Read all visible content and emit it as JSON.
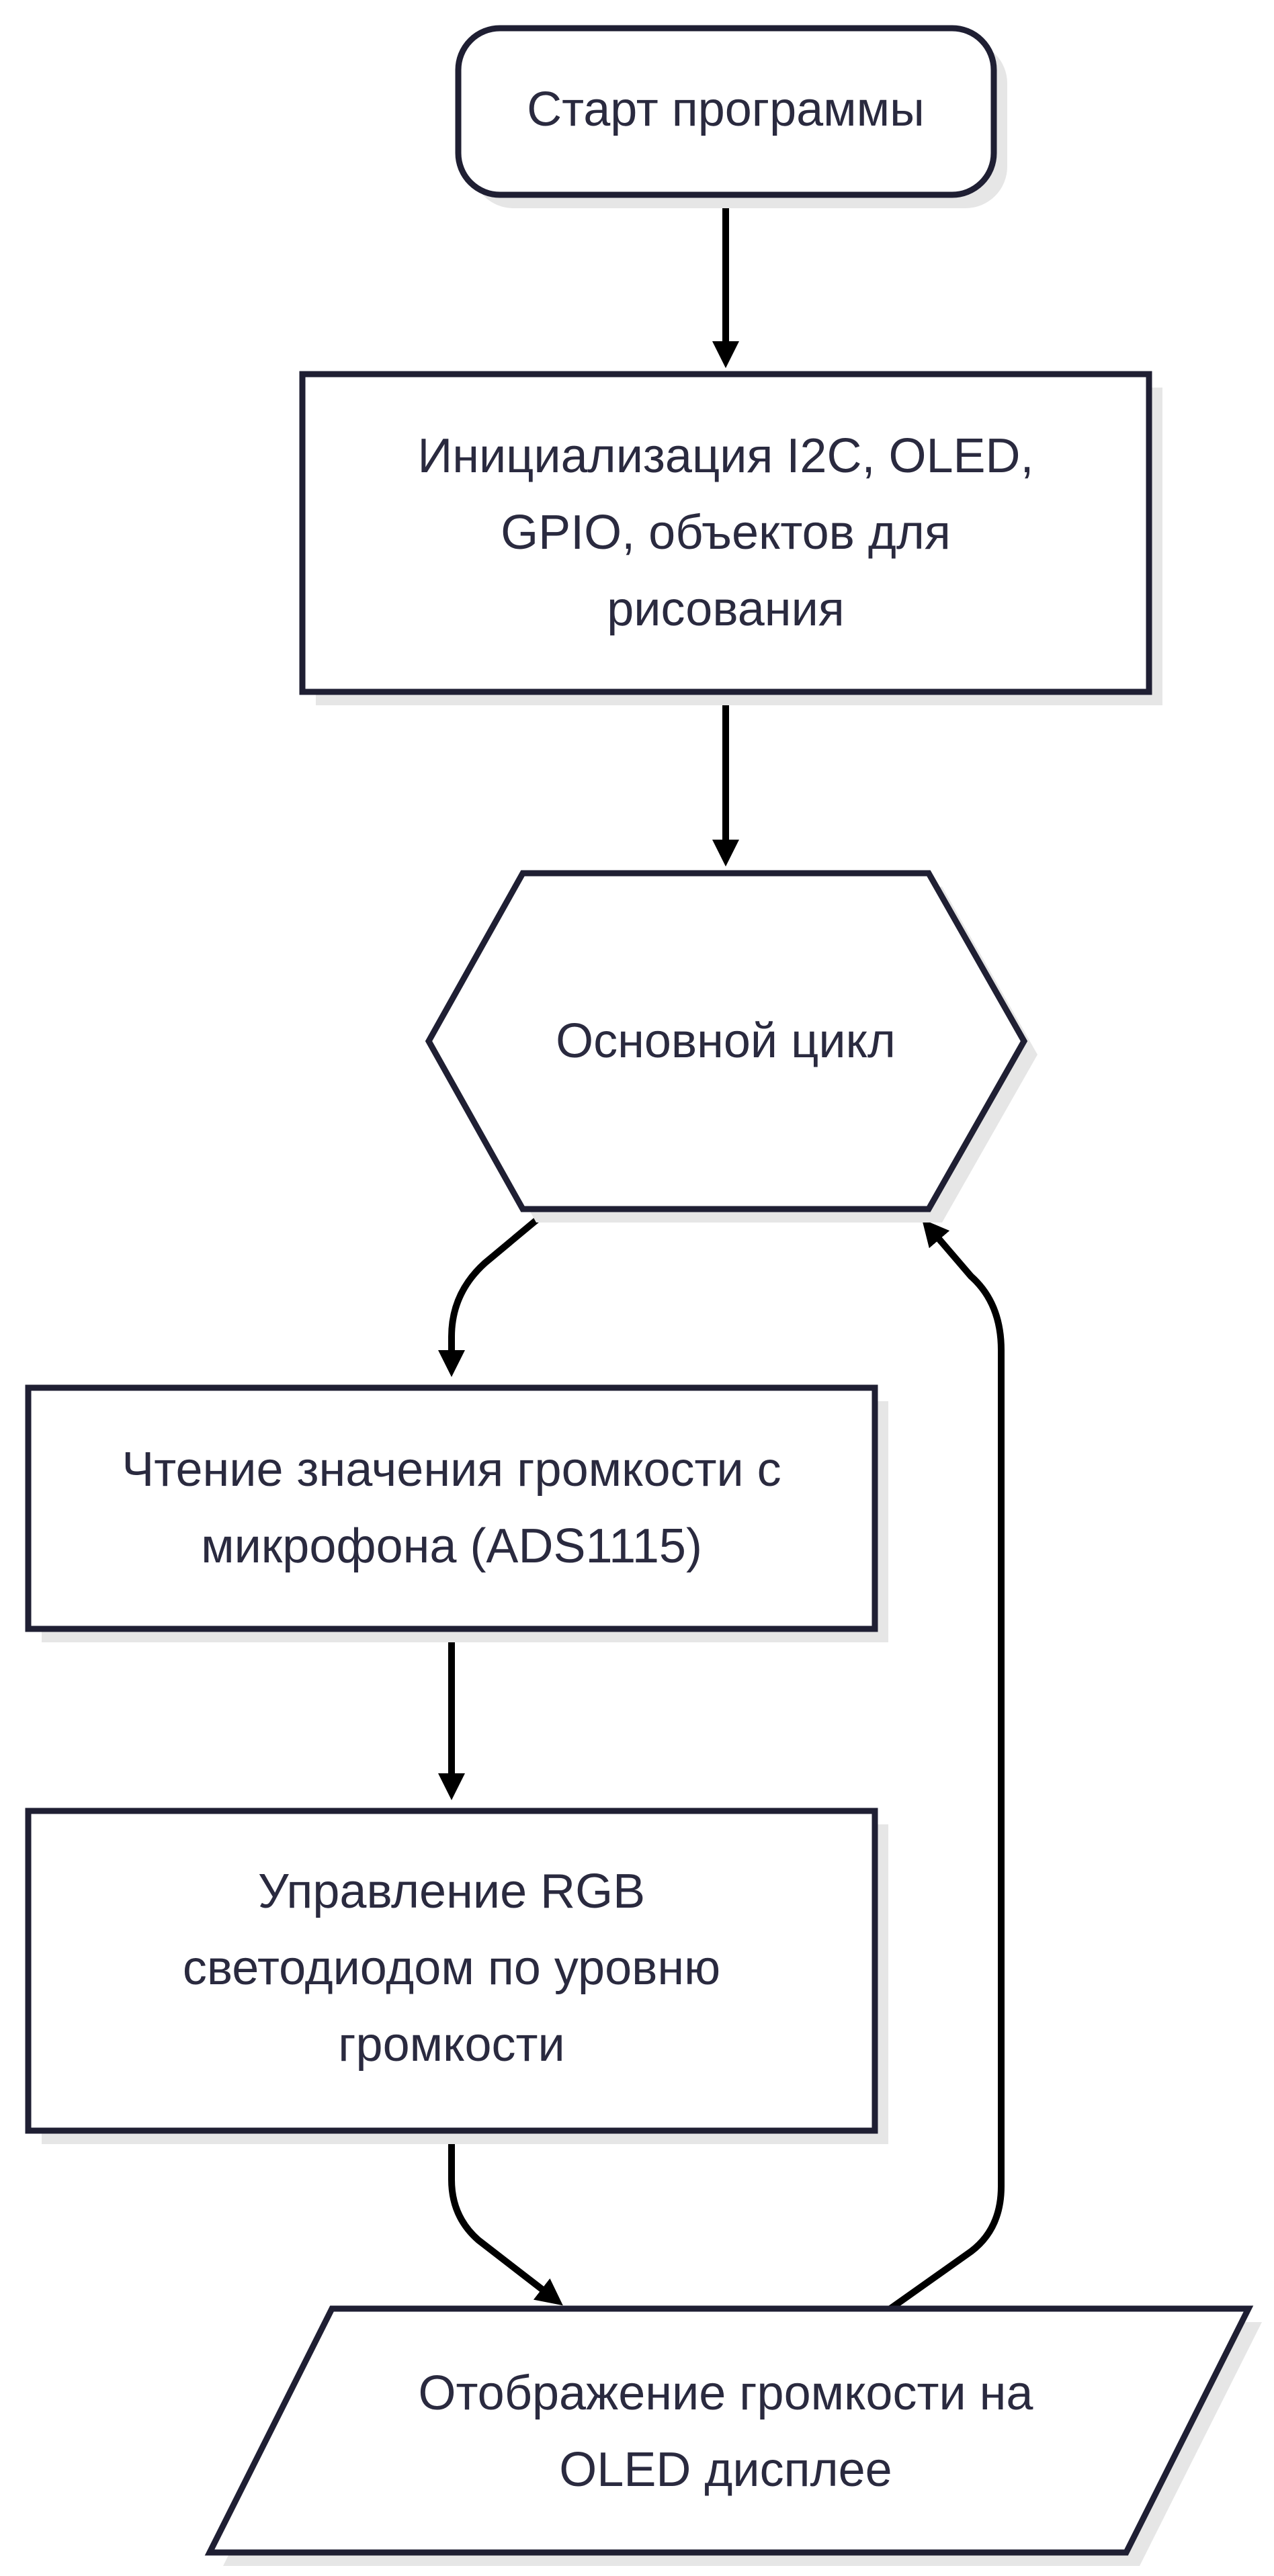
{
  "flowchart": {
    "nodes": [
      {
        "id": "start",
        "shape": "rounded-rect",
        "lines": [
          "Старт программы"
        ]
      },
      {
        "id": "init",
        "shape": "rect",
        "lines": [
          "Инициализация I2C, OLED,",
          "GPIO, объектов для",
          "рисования"
        ]
      },
      {
        "id": "loop",
        "shape": "hexagon",
        "lines": [
          "Основной цикл"
        ]
      },
      {
        "id": "read",
        "shape": "rect",
        "lines": [
          "Чтение значения громкости с",
          "микрофона (ADS1115)"
        ]
      },
      {
        "id": "rgb",
        "shape": "rect",
        "lines": [
          "Управление RGB",
          "светодиодом по уровню",
          "громкости"
        ]
      },
      {
        "id": "display",
        "shape": "parallelogram",
        "lines": [
          "Отображение громкости на",
          "OLED дисплее"
        ]
      }
    ],
    "edges": [
      {
        "from": "start",
        "to": "init"
      },
      {
        "from": "init",
        "to": "loop"
      },
      {
        "from": "loop",
        "to": "read"
      },
      {
        "from": "read",
        "to": "rgb"
      },
      {
        "from": "rgb",
        "to": "display"
      },
      {
        "from": "display",
        "to": "loop"
      }
    ]
  },
  "colors": {
    "stroke": "#1f1f33",
    "text": "#2a2a3f",
    "fill": "#ffffff",
    "shadow": "#e6e6e6",
    "arrow": "#000000"
  }
}
